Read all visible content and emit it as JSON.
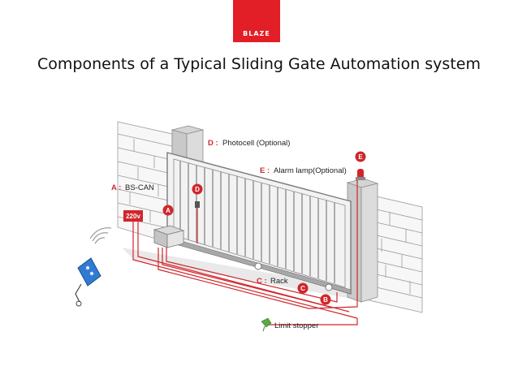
{
  "logo": {
    "text": "BLAZE",
    "color": "#e21f26"
  },
  "title": "Components of a Typical Sliding Gate Automation system",
  "diagram": {
    "badges": {
      "a": "A",
      "b": "B",
      "c": "C",
      "d": "D",
      "e": "E"
    },
    "labels": {
      "photocell": {
        "key": "D :",
        "text": "Photocell (Optional)"
      },
      "alarm": {
        "key": "E :",
        "text": "Alarm lamp(Optional)"
      },
      "motor": {
        "key": "A :",
        "text": "BS-CAN"
      },
      "rack": {
        "key": "C :",
        "text": "Rack"
      },
      "limit": {
        "text": "Limit stopper"
      }
    },
    "control_box_text": "220v",
    "wire_color": "#d0262b"
  }
}
